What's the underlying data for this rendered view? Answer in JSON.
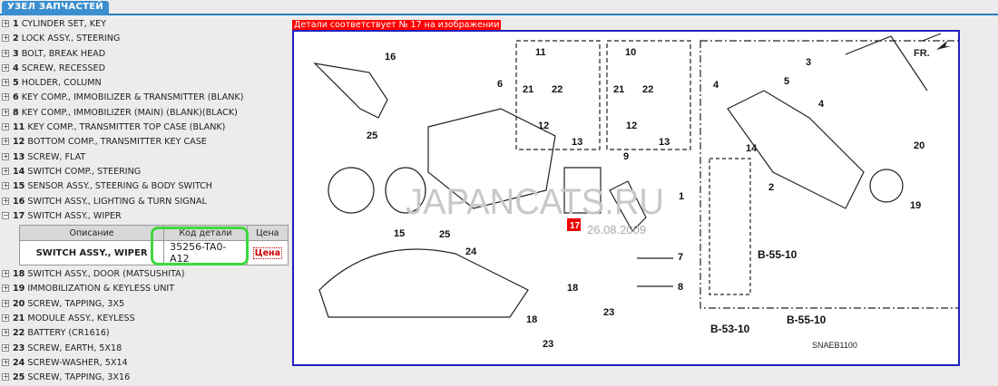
{
  "header": {
    "tab": "УЗЕЛ ЗАПЧАСТЕЙ"
  },
  "parts": [
    {
      "no": "1",
      "name": "CYLINDER SET, KEY"
    },
    {
      "no": "2",
      "name": "LOCK ASSY., STEERING"
    },
    {
      "no": "3",
      "name": "BOLT, BREAK HEAD"
    },
    {
      "no": "4",
      "name": "SCREW, RECESSED"
    },
    {
      "no": "5",
      "name": "HOLDER, COLUMN"
    },
    {
      "no": "6",
      "name": "KEY COMP., IMMOBILIZER & TRANSMITTER (BLANK)"
    },
    {
      "no": "8",
      "name": "KEY COMP., IMMOBILIZER (MAIN) (BLANK)(BLACK)"
    },
    {
      "no": "11",
      "name": "KEY COMP., TRANSMITTER TOP CASE (BLANK)"
    },
    {
      "no": "12",
      "name": "BOTTOM COMP., TRANSMITTER KEY CASE"
    },
    {
      "no": "13",
      "name": "SCREW, FLAT"
    },
    {
      "no": "14",
      "name": "SWITCH COMP., STEERING"
    },
    {
      "no": "15",
      "name": "SENSOR ASSY., STEERING & BODY SWITCH"
    },
    {
      "no": "16",
      "name": "SWITCH ASSY., LIGHTING & TURN SIGNAL"
    },
    {
      "no": "17",
      "name": "SWITCH ASSY., WIPER"
    },
    {
      "no": "18",
      "name": "SWITCH ASSY., DOOR (MATSUSHITA)"
    },
    {
      "no": "19",
      "name": "IMMOBILIZATION & KEYLESS UNIT"
    },
    {
      "no": "20",
      "name": "SCREW, TAPPING, 3X5"
    },
    {
      "no": "21",
      "name": "MODULE ASSY., KEYLESS"
    },
    {
      "no": "22",
      "name": "BATTERY (CR1616)"
    },
    {
      "no": "23",
      "name": "SCREW, EARTH, 5X18"
    },
    {
      "no": "24",
      "name": "SCREW-WASHER, 5X14"
    },
    {
      "no": "25",
      "name": "SCREW, TAPPING, 3X16"
    }
  ],
  "detail_table": {
    "headers": [
      "Описание",
      "Код детали",
      "Цена"
    ],
    "row": {
      "description": "SWITCH ASSY., WIPER",
      "code": "35256-TA0-A12",
      "price": "Цена"
    }
  },
  "diagram": {
    "note": "Детали соответствует № 17 на изображении",
    "watermark": "JAPANCATS.RU",
    "date": "26.08.2009",
    "code": "SNAEB1100",
    "direction": "FR.",
    "refs": [
      "B-55-10",
      "B-55-10",
      "B-53-10"
    ],
    "callouts": [
      "16",
      "25",
      "15",
      "25",
      "24",
      "11",
      "21",
      "22",
      "12",
      "13",
      "6",
      "10",
      "21",
      "22",
      "12",
      "13",
      "9",
      "3",
      "5",
      "4",
      "4",
      "14",
      "20",
      "1",
      "2",
      "19",
      "17",
      "7",
      "8",
      "18",
      "18",
      "23",
      "23"
    ],
    "highlight_color": "#3fd83f"
  }
}
